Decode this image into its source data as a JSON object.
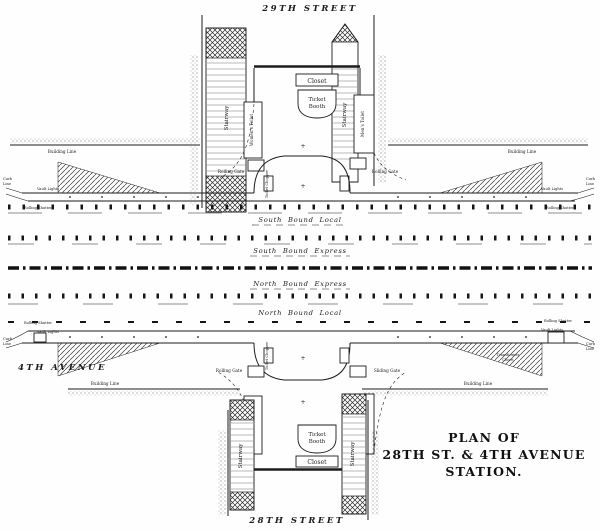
{
  "streets": {
    "top": "29TH STREET",
    "bottom": "28TH STREET",
    "avenue": "4TH AVENUE"
  },
  "title_block": {
    "line1": "PLAN OF",
    "line2": "28TH ST. & 4TH AVENUE",
    "line3": "STATION."
  },
  "tracks": {
    "south_local": "South Bound Local",
    "south_express": "South Bound Express",
    "north_express": "North Bound Express",
    "north_local": "North Bound Local"
  },
  "rooms": {
    "closet": "Closet",
    "ticket_line1": "Ticket",
    "ticket_line2": "Booth",
    "stairway": "Stairway",
    "womens_toilet": "Women's Toilet",
    "mens_toilet": "Men's Toilet",
    "ticket_chopper": "Ticket Chopper",
    "transformer_line1": "Transformer",
    "transformer_line2": "Closet"
  },
  "site": {
    "building_line": "Building Line",
    "curb_line1": "Curb",
    "curb_line2": "Line",
    "vault_lights": "Vault Lights",
    "rolling_shutter": "Rolling Shutter"
  },
  "gates": {
    "upper_left": "Rolling Gate",
    "upper_right": "Rolling Gate",
    "lower_left": "Rolling Gate",
    "lower_right": "Sliding Gate"
  },
  "ink_color": "#1c1c1c"
}
